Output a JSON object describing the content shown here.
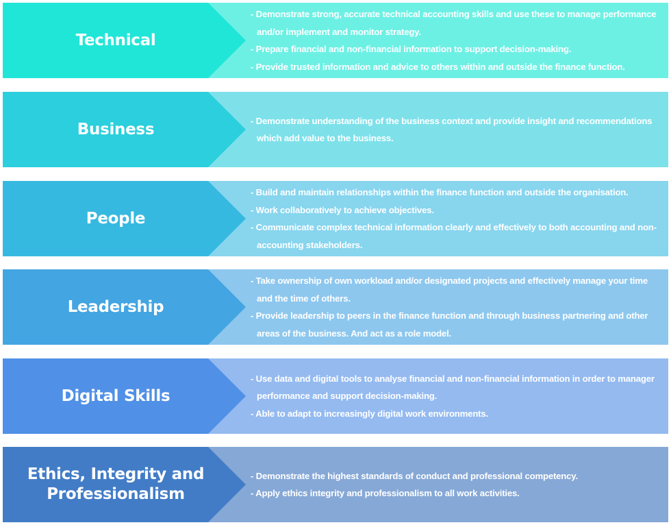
{
  "rows": [
    {
      "title": "Technical",
      "dark_color": "#20E6D8",
      "light_color": "#6DF0E4",
      "bullets": [
        "- Demonstrate strong, accurate technical accounting skills and use these to manage performance and/or implement and monitor strategy.",
        "- Prepare financial and non-financial information to support decision-making.",
        "- Provide trusted information and advice to others within and outside the finance function."
      ]
    },
    {
      "title": "Business",
      "dark_color": "#2BCFDD",
      "light_color": "#7EE1EA",
      "bullets": [
        "- Demonstrate understanding of the business context and provide insight and recommendations which add value to the business."
      ]
    },
    {
      "title": "People",
      "dark_color": "#36B9E0",
      "light_color": "#88D5EE",
      "bullets": [
        "- Build and maintain relationships within the finance function and outside the organisation.",
        "- Work collaboratively to achieve objectives.",
        "- Communicate complex technical information clearly and effectively to both accounting and non-accounting stakeholders."
      ]
    },
    {
      "title": "Leadership",
      "dark_color": "#43A5E2",
      "light_color": "#8DC7EE",
      "bullets": [
        "- Take ownership of own workload and/or designated projects and effectively manage your time and the time of others.",
        "- Provide leadership to peers in the finance function and through business partnering and other areas of the business. And act as a role model."
      ]
    },
    {
      "title": "Digital Skills",
      "dark_color": "#5090E6",
      "light_color": "#94BAF0",
      "bullets": [
        "- Use data and digital tools to analyse financial and non-financial information in order to manager performance and support decision-making.",
        "- Able to adapt to increasingly digital work environments."
      ]
    },
    {
      "title": "Ethics, Integrity and Professionalism",
      "dark_color": "#427CC6",
      "light_color": "#86A8D6",
      "bullets": [
        "- Demonstrate the highest standards of conduct and professional competency.",
        "- Apply ethics integrity and professionalism to all work activities."
      ]
    }
  ]
}
